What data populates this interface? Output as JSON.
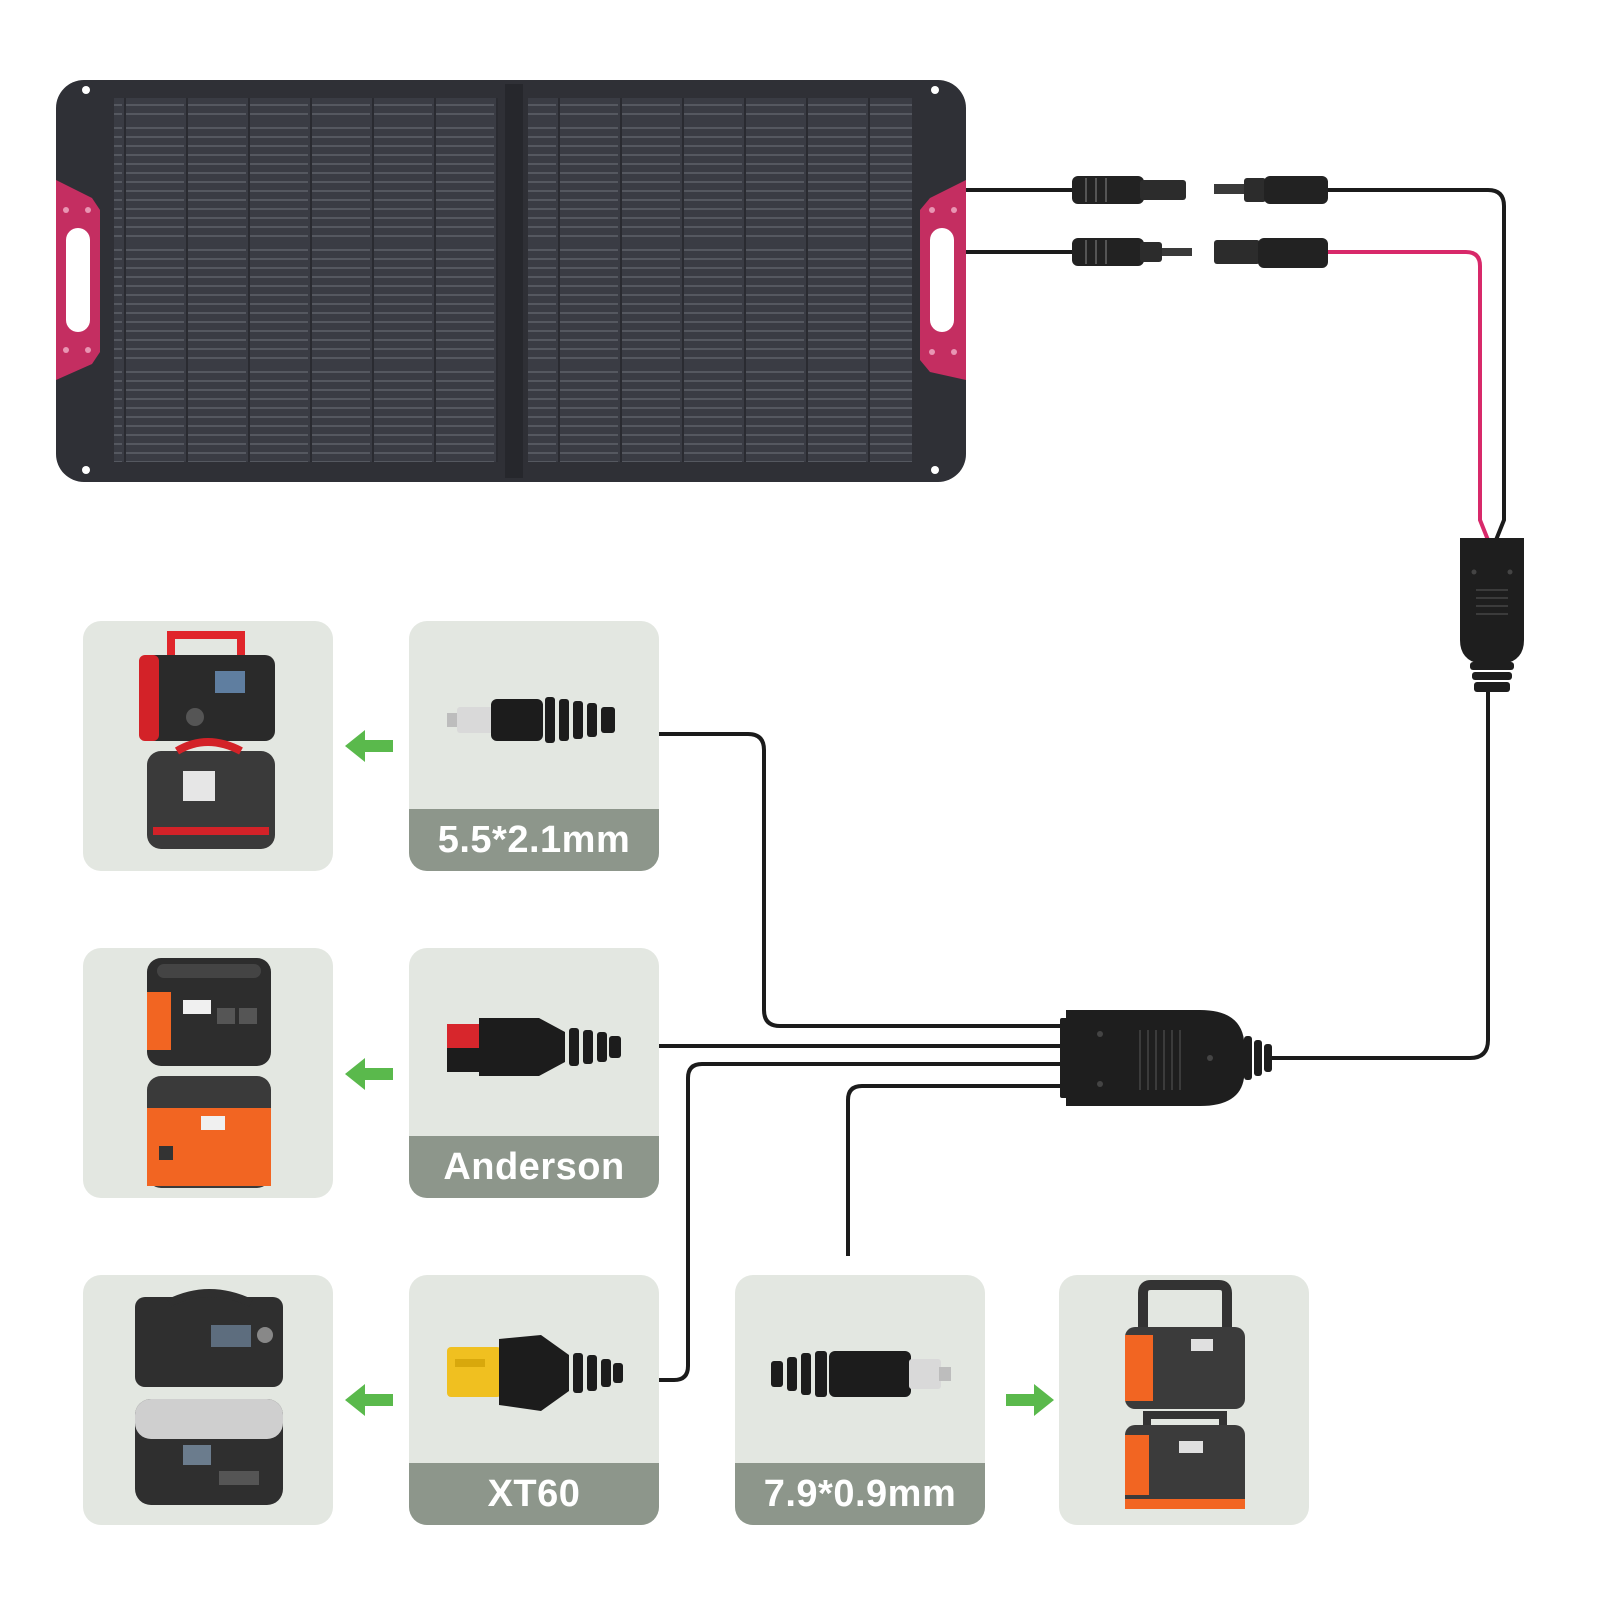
{
  "connectors": [
    {
      "id": "c1",
      "label": "5.5*2.1mm"
    },
    {
      "id": "c2",
      "label": "Anderson"
    },
    {
      "id": "c3",
      "label": "XT60"
    },
    {
      "id": "c4",
      "label": "7.9*0.9mm"
    }
  ],
  "devices": [
    {
      "id": "d1",
      "icon": "power-station-icon"
    },
    {
      "id": "d2",
      "icon": "power-station-icon"
    },
    {
      "id": "d3",
      "icon": "power-station-icon"
    },
    {
      "id": "d4",
      "icon": "power-station-icon"
    }
  ],
  "colors": {
    "panel": "#2f3036",
    "panel_handle": "#c42e61",
    "cable_black": "#1b1b1b",
    "cable_pink": "#d8296a",
    "card_bg": "#e3e7e1",
    "label_band": "#8d968b",
    "arrow_green": "#5ab94c"
  }
}
